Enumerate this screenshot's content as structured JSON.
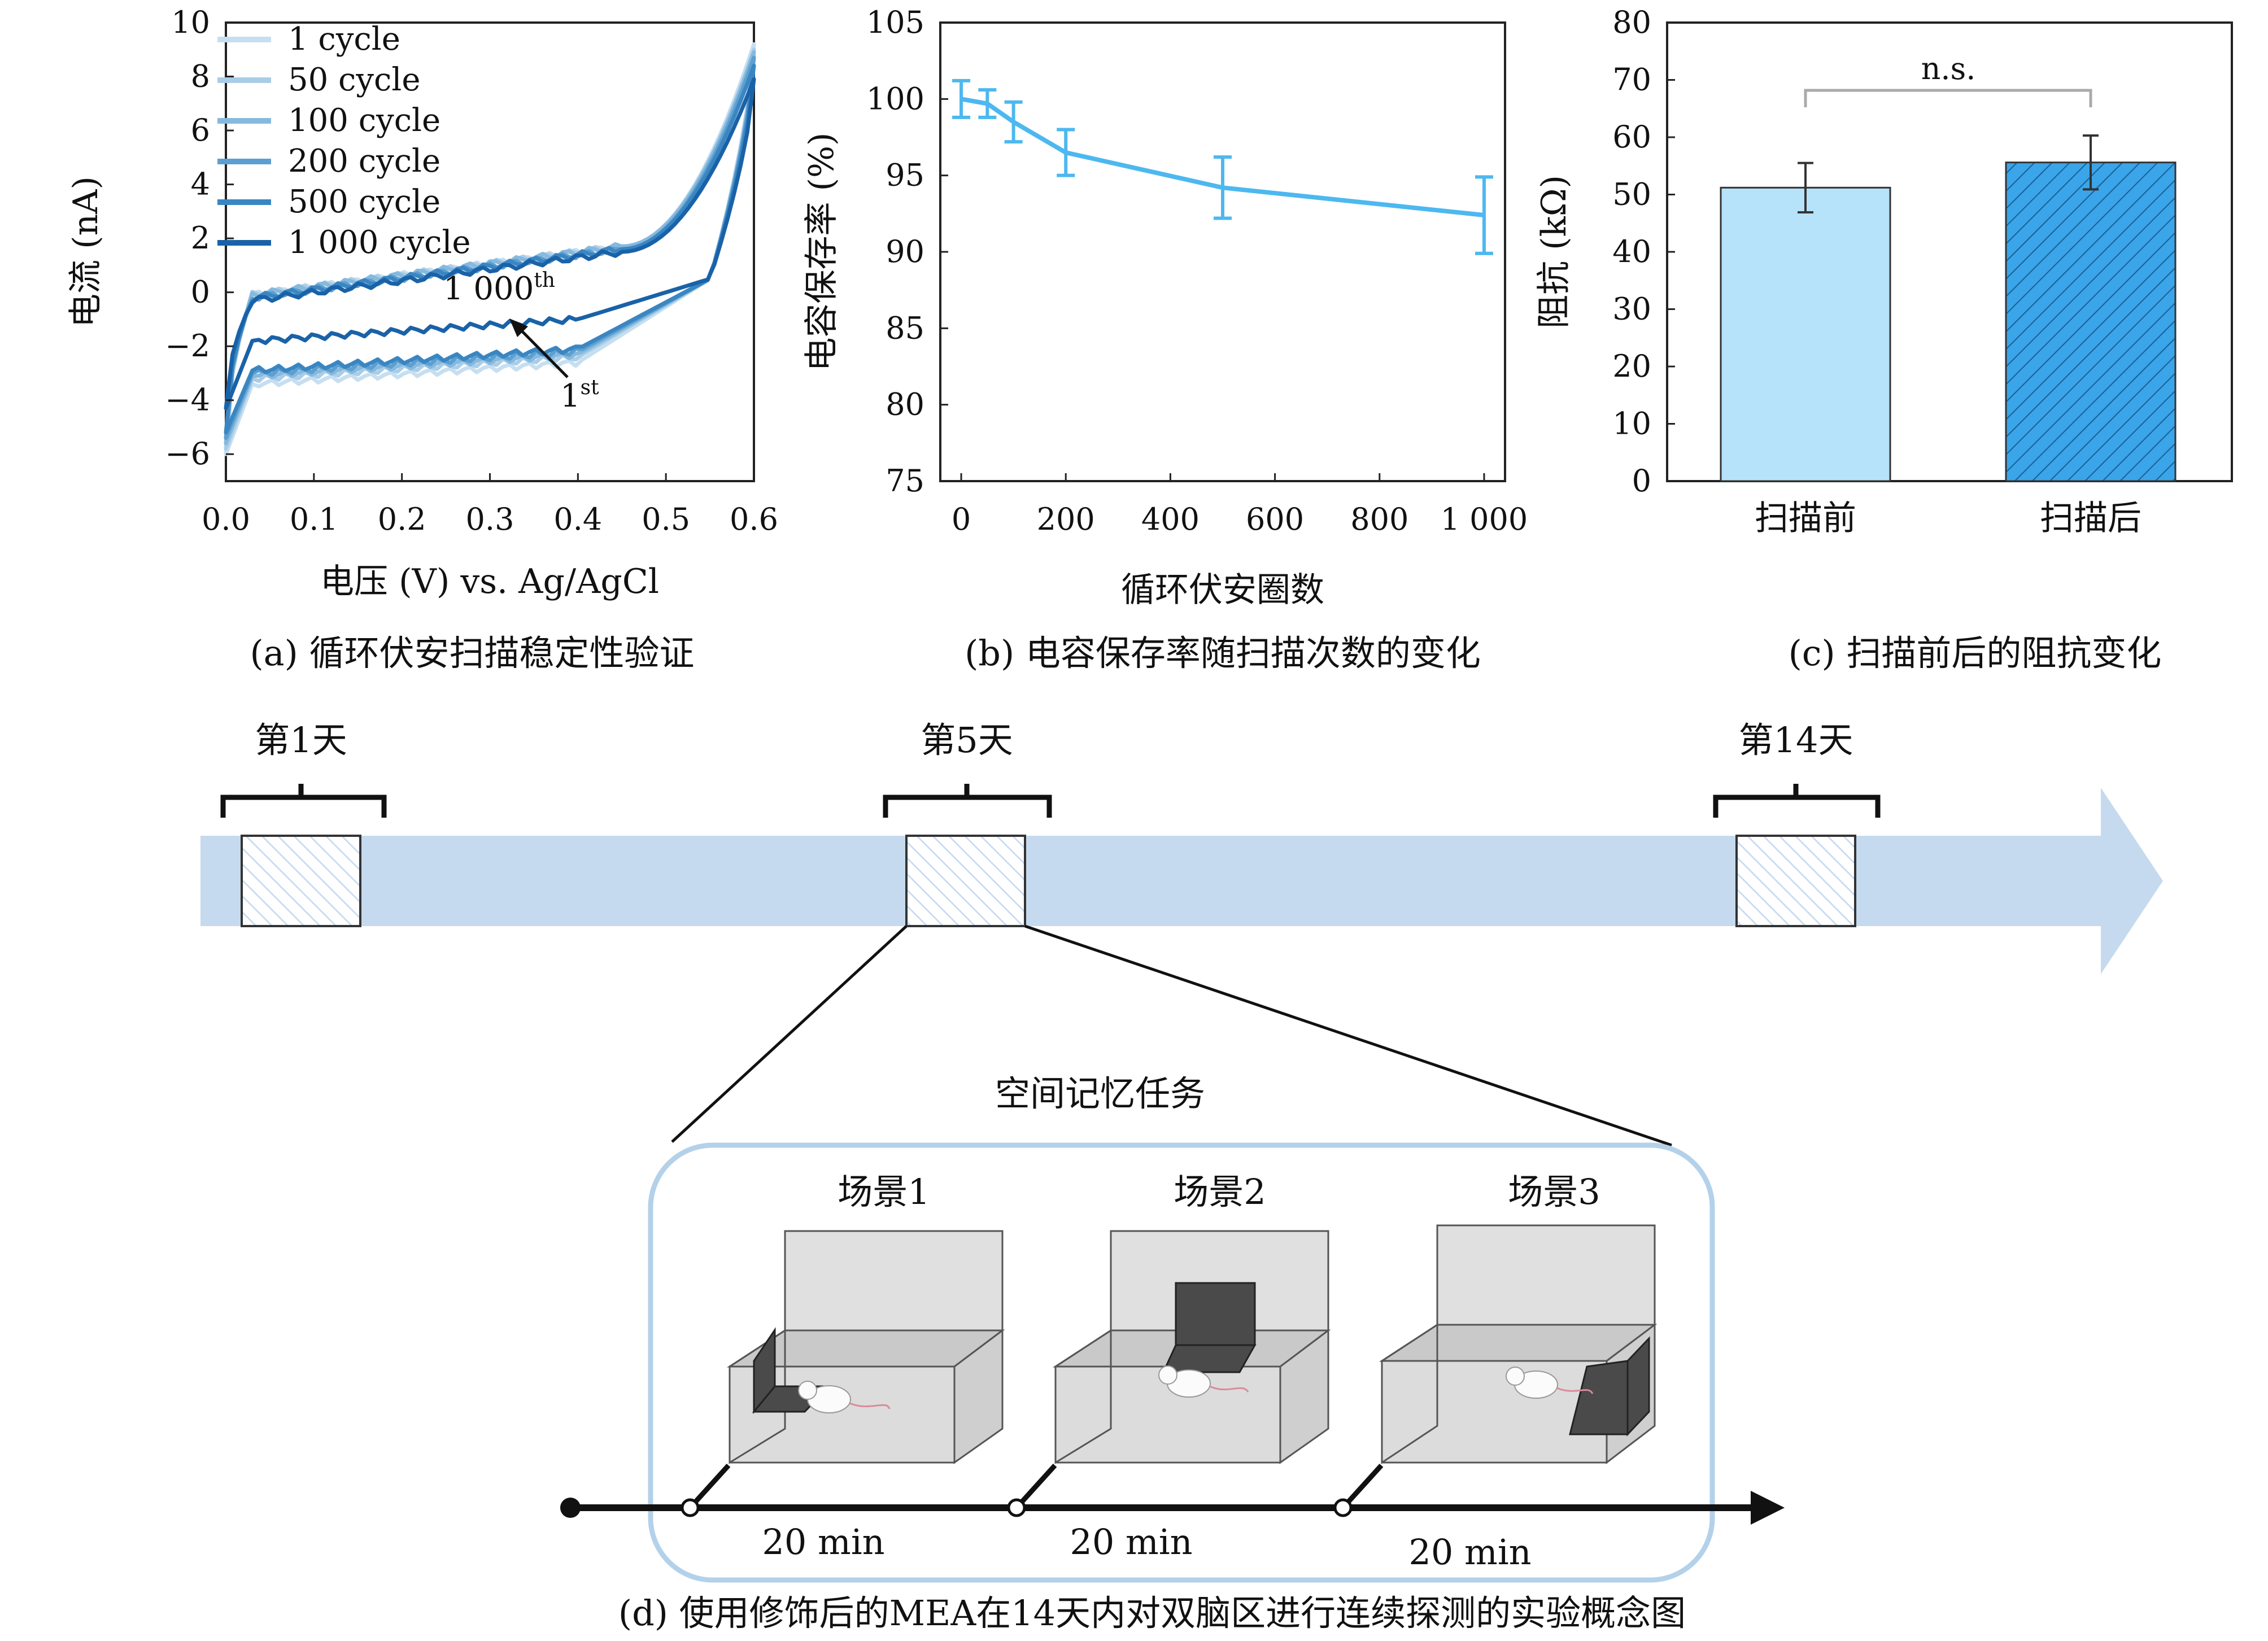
{
  "chart_data": [
    {
      "type": "line",
      "caption": "(a) 循环伏安扫描稳定性验证",
      "xlabel": "电压 (V) vs. Ag/AgCl",
      "ylabel": "电流 (nA)",
      "xlim": [
        0.0,
        0.6
      ],
      "ylim": [
        -7,
        10
      ],
      "xticks": [
        "0.0",
        "0.1",
        "0.2",
        "0.3",
        "0.4",
        "0.5",
        "0.6"
      ],
      "yticks": [
        "−6",
        "−4",
        "−2",
        "0",
        "2",
        "4",
        "6",
        "8",
        "10"
      ],
      "legend_position": "top-left",
      "series": [
        {
          "name": "1 cycle",
          "color": "#c6dff0",
          "peak": 9.2,
          "low": -6.0,
          "upper_plateau": 1.4,
          "lower_plateau": -3.4
        },
        {
          "name": "50 cycle",
          "color": "#a9cde8",
          "peak": 9.0,
          "low": -5.8,
          "upper_plateau": 1.4,
          "lower_plateau": -3.2
        },
        {
          "name": "100 cycle",
          "color": "#86b9de",
          "peak": 8.9,
          "low": -5.6,
          "upper_plateau": 1.4,
          "lower_plateau": -3.1
        },
        {
          "name": "200 cycle",
          "color": "#5d9fd0",
          "peak": 8.7,
          "low": -5.4,
          "upper_plateau": 1.3,
          "lower_plateau": -3.0
        },
        {
          "name": "500 cycle",
          "color": "#3a86c2",
          "peak": 8.4,
          "low": -5.2,
          "upper_plateau": 1.3,
          "lower_plateau": -2.9
        },
        {
          "name": "1 000 cycle",
          "color": "#1a62a8",
          "peak": 7.9,
          "low": -4.3,
          "upper_plateau": 1.2,
          "lower_plateau": -1.8
        }
      ],
      "annotations": {
        "last_base": "1 000",
        "last_sup": "th",
        "first_base": "1",
        "first_sup": "st"
      }
    },
    {
      "type": "line",
      "caption": "(b) 电容保存率随扫描次数的变化",
      "xlabel": "循环伏安圈数",
      "ylabel": "电容保存率 (%)",
      "xlim": [
        -40,
        1040
      ],
      "ylim": [
        75,
        105
      ],
      "xticks": [
        "0",
        "200",
        "400",
        "600",
        "800",
        "1 000"
      ],
      "yticks": [
        "75",
        "80",
        "85",
        "90",
        "95",
        "100",
        "105"
      ],
      "color": "#4db8ef",
      "x": [
        0,
        50,
        100,
        200,
        500,
        1000
      ],
      "y": [
        100.0,
        99.7,
        98.5,
        96.5,
        94.2,
        92.4
      ],
      "err": [
        1.2,
        0.9,
        1.3,
        1.5,
        2.0,
        2.5
      ]
    },
    {
      "type": "bar",
      "caption": "(c) 扫描前后的阻抗变化",
      "ylabel": "阻抗 (kΩ)",
      "ylim": [
        0,
        80
      ],
      "yticks": [
        "0",
        "10",
        "20",
        "30",
        "40",
        "50",
        "60",
        "70",
        "80"
      ],
      "categories": [
        "扫描前",
        "扫描后"
      ],
      "values": [
        51.2,
        55.6
      ],
      "err": [
        4.3,
        4.7
      ],
      "colors": [
        "#b6e2fa",
        "#3aa5e8"
      ],
      "significance": "n.s."
    }
  ],
  "diagram": {
    "caption": "(d) 使用修饰后的MEA在14天内对双脑区进行连续探测的实验概念图",
    "timeline_days": [
      "第1天",
      "第5天",
      "第14天"
    ],
    "task_title": "空间记忆任务",
    "scenes": [
      "场景1",
      "场景2",
      "场景3"
    ],
    "durations": [
      "20 min",
      "20 min",
      "20 min"
    ],
    "colors": {
      "arrow": "#c5daee",
      "frame": "#b4d1ea",
      "box_fill": "#d3d3d3",
      "wall": "#4a4a4a"
    }
  }
}
